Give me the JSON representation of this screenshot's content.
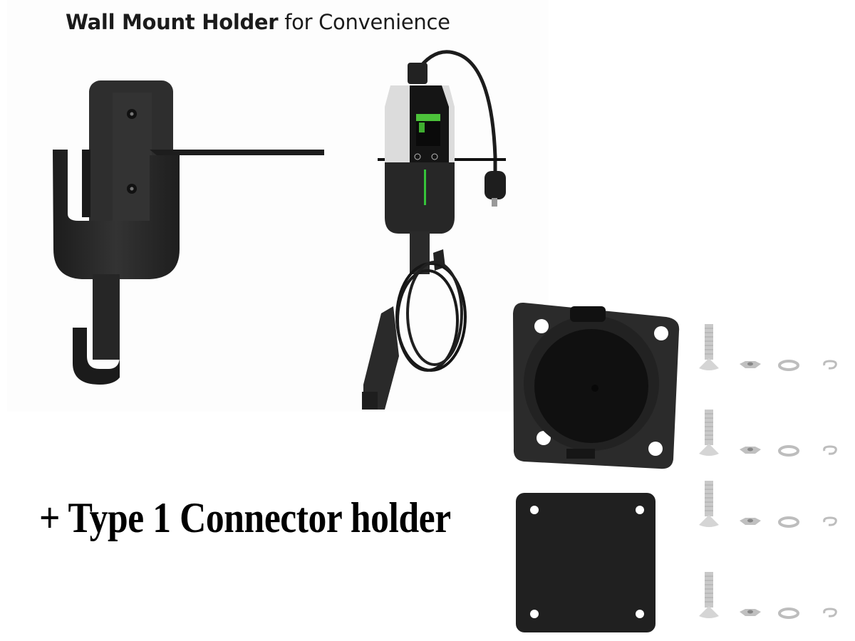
{
  "title": {
    "bold": "Wall Mount Holder",
    "light": "for Convenience"
  },
  "caption": "+ Type 1 Connector holder",
  "products": [
    {
      "name": "wall-mount-holder",
      "color": "#262626"
    },
    {
      "name": "portable-ev-charger-on-holder",
      "display_color": "#3fb62f",
      "body_color": "#e0e0e0"
    },
    {
      "name": "type1-connector-socket",
      "color": "#262626"
    },
    {
      "name": "gasket-plate",
      "color": "#202020"
    },
    {
      "name": "hardware-set",
      "rows": 4,
      "items_per_row": [
        "screw",
        "nut",
        "flat-washer",
        "spring-washer"
      ],
      "color": "#c4c4c4"
    }
  ]
}
